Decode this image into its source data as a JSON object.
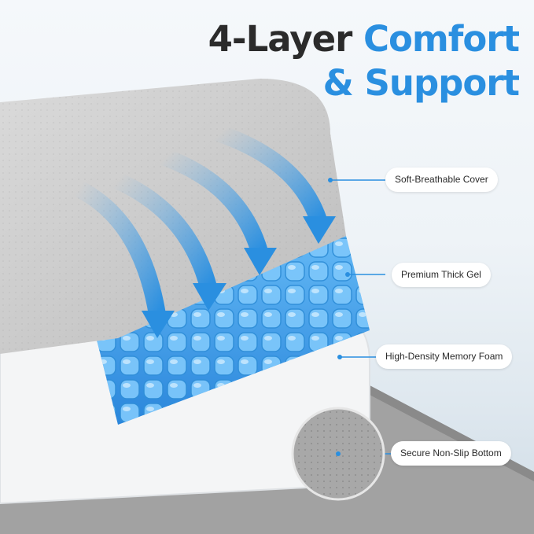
{
  "headline": {
    "part1": "4-Layer",
    "part2": "Comfort",
    "part3": "& Support"
  },
  "colors": {
    "accent": "#2a8fe0",
    "text_dark": "#2b2b2b",
    "gel_blue": "#3aa0ee",
    "foam_white": "#f4f5f6",
    "cover_gray": "#c9c9c9",
    "base_gray": "#9b9b9b"
  },
  "callouts": {
    "cover": "Soft-Breathable Cover",
    "gel": "Premium Thick Gel",
    "foam": "High-Density Memory Foam",
    "bottom": "Secure Non-Slip Bottom"
  },
  "icons": [
    "down-arrow-icon"
  ]
}
